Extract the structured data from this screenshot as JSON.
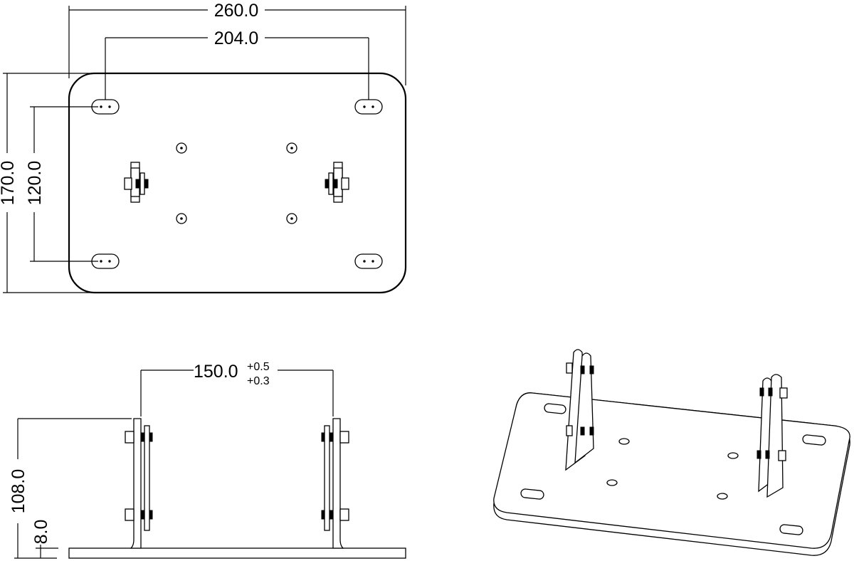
{
  "drawing": {
    "top_view": {
      "dim_overall_width": "260.0",
      "dim_slot_spacing_x": "204.0",
      "dim_overall_height": "170.0",
      "dim_slot_spacing_y": "120.0"
    },
    "front_view": {
      "dim_upright_spacing": "150.0",
      "tol_upper": "+0.5",
      "tol_lower": "+0.3",
      "dim_height": "108.0",
      "dim_plate_thickness": "8.0"
    }
  }
}
